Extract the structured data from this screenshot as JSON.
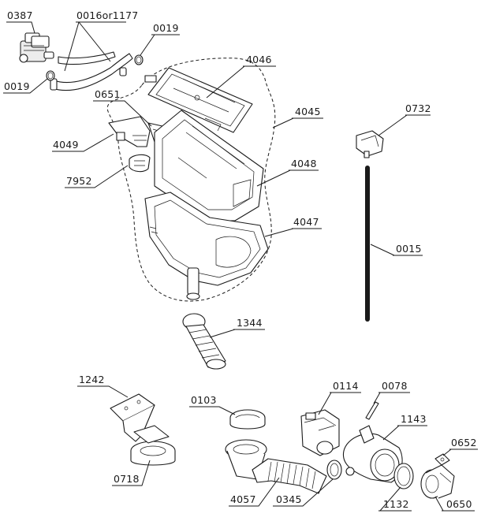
{
  "labels": {
    "l0387": "0387",
    "l0016": "0016or1177",
    "l0019a": "0019",
    "l0019b": "0019",
    "l4046": "4046",
    "l0651": "0651",
    "l4045": "4045",
    "l0732": "0732",
    "l4049": "4049",
    "l4048": "4048",
    "l7952": "7952",
    "l4047": "4047",
    "l0015": "0015",
    "l1344": "1344",
    "l1242": "1242",
    "l0103": "0103",
    "l0114": "0114",
    "l0078": "0078",
    "l1143": "1143",
    "l0652": "0652",
    "l0718": "0718",
    "l4057": "4057",
    "l0345": "0345",
    "l1132": "1132",
    "l0650": "0650"
  }
}
